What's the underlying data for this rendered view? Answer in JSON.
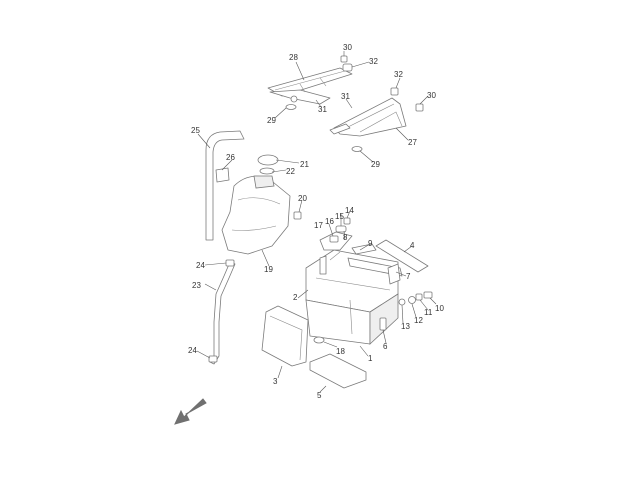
{
  "callouts": {
    "c1": "1",
    "c2": "2",
    "c3": "3",
    "c4": "4",
    "c5": "5",
    "c6": "6",
    "c7": "7",
    "c8": "8",
    "c9": "9",
    "c10": "10",
    "c11": "11",
    "c12": "12",
    "c13": "13",
    "c14": "14",
    "c15": "15",
    "c16": "16",
    "c17": "17",
    "c18": "18",
    "c19": "19",
    "c20": "20",
    "c21": "21",
    "c22": "22",
    "c23": "23",
    "c24a": "24",
    "c24b": "24",
    "c25": "25",
    "c26": "26",
    "c27": "27",
    "c28": "28",
    "c29a": "29",
    "c29b": "29",
    "c30a": "30",
    "c30b": "30",
    "c31": "31",
    "c32a": "32",
    "c32b": "32"
  },
  "colors": {
    "line": "#7a7a7a",
    "text": "#333333",
    "arrow": "#707070"
  }
}
